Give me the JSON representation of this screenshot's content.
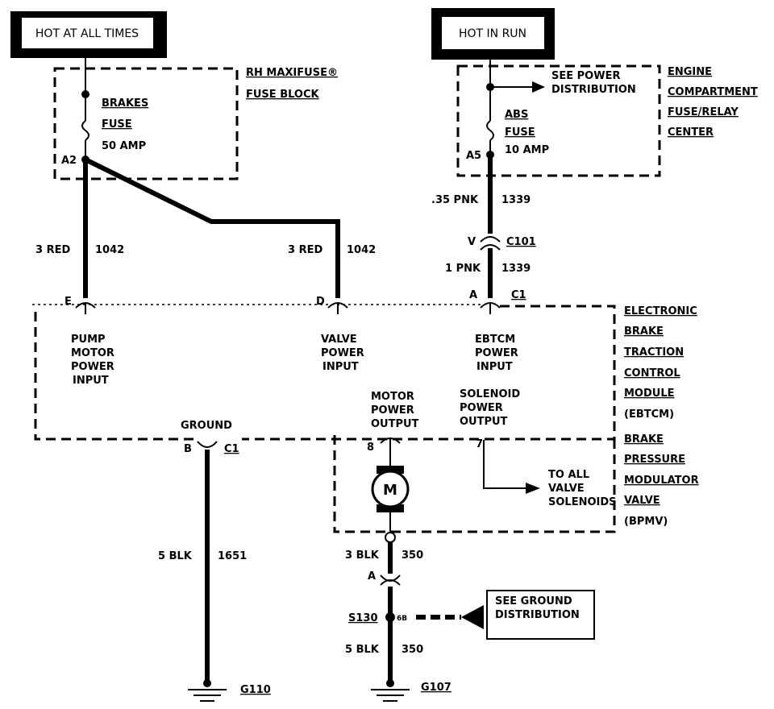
{
  "sources": {
    "hot_at_all_times": "HOT AT ALL TIMES",
    "hot_in_run": "HOT IN RUN"
  },
  "rh_fuse_block": {
    "line1": "RH MAXIFUSE®",
    "line2": "FUSE BLOCK",
    "fuse_name": "BRAKES",
    "fuse_word": "FUSE",
    "fuse_rating": "50 AMP",
    "terminal": "A2"
  },
  "engine_fuse_center": {
    "lines": [
      "ENGINE",
      "COMPARTMENT",
      "FUSE/RELAY",
      "CENTER"
    ],
    "fuse_name": "ABS",
    "fuse_word": "FUSE",
    "fuse_rating": "10 AMP",
    "terminal": "A5",
    "see_power": [
      "SEE POWER",
      "DISTRIBUTION"
    ]
  },
  "wires": {
    "left_size": "3 RED",
    "left_circuit": "1042",
    "mid_size": "3 RED",
    "mid_circuit": "1042",
    "abs_size_top": ".35 PNK",
    "abs_circuit_top": "1339",
    "abs_size_bottom": "1 PNK",
    "abs_circuit_bottom": "1339",
    "ground_size": "5 BLK",
    "ground_circuit": "1651",
    "motor_gnd_size": "3 BLK",
    "motor_gnd_circuit": "350",
    "splice_gnd_size": "5 BLK",
    "splice_gnd_circuit": "350"
  },
  "connectors": {
    "c101_pin": "V",
    "c101": "C101",
    "pin_e": "E",
    "pin_d": "D",
    "pin_a": "A",
    "c1_top": "C1",
    "pin_b": "B",
    "c1_bottom": "C1",
    "pin_8": "8",
    "pin_7": "7",
    "pin_a_motor": "A"
  },
  "ebtcm": {
    "lines": [
      "ELECTRONIC",
      "BRAKE",
      "TRACTION",
      "CONTROL",
      "MODULE",
      "(EBTCM)"
    ],
    "pump_input": [
      "PUMP",
      "MOTOR",
      "POWER",
      "INPUT"
    ],
    "valve_input": [
      "VALVE",
      "POWER",
      "INPUT"
    ],
    "ebtcm_input": [
      "EBTCM",
      "POWER",
      "INPUT"
    ],
    "ground": "GROUND",
    "motor_output": [
      "MOTOR",
      "POWER",
      "OUTPUT"
    ],
    "solenoid_output": [
      "SOLENOID",
      "POWER",
      "OUTPUT"
    ]
  },
  "bpmv": {
    "lines": [
      "BRAKE",
      "PRESSURE",
      "MODULATOR",
      "VALVE",
      "(BPMV)"
    ],
    "motor_symbol": "M",
    "to_solenoids": [
      "TO ALL",
      "VALVE",
      "SOLENOIDS"
    ]
  },
  "splice": {
    "name": "S130",
    "code": "6B",
    "see_ground": [
      "SEE GROUND",
      "DISTRIBUTION"
    ]
  },
  "grounds": {
    "g110": "G110",
    "g107": "G107"
  }
}
